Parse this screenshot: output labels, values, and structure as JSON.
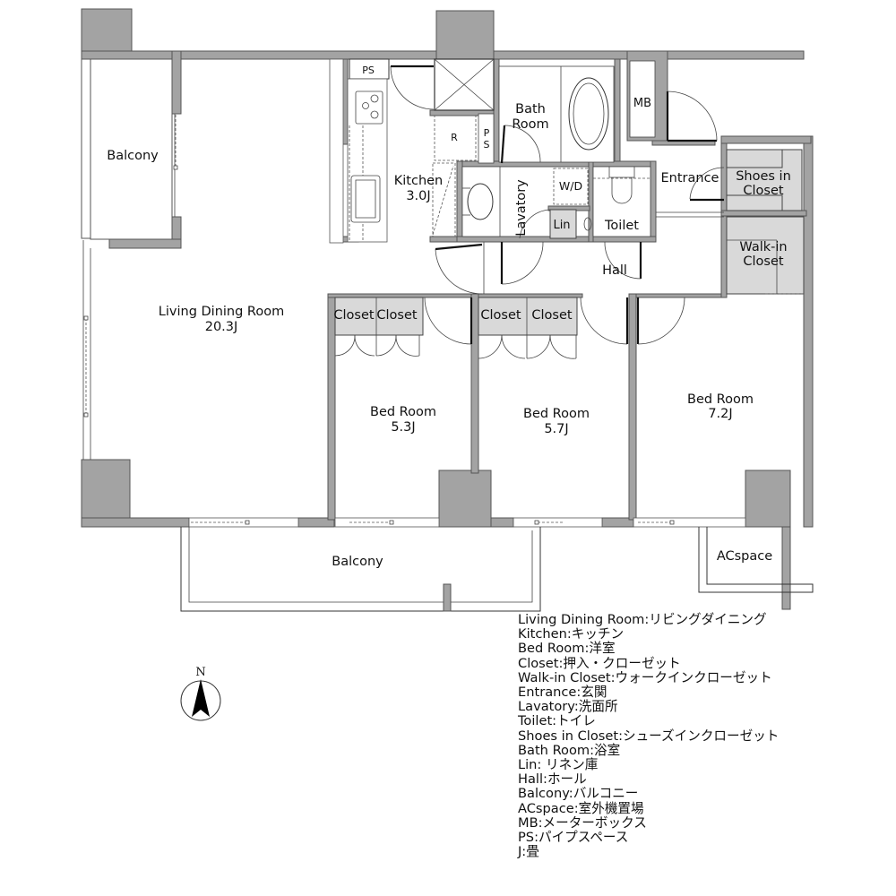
{
  "rooms": {
    "balcony_west": {
      "label": "Balcony"
    },
    "living_dining": {
      "label": "Living Dining Room",
      "size": "20.3J"
    },
    "kitchen": {
      "label": "Kitchen",
      "size": "3.0J"
    },
    "ps_top": {
      "label": "PS"
    },
    "ps_side": {
      "label_top": "P",
      "label_bottom": "S"
    },
    "refrigerator": {
      "label": "R"
    },
    "bath": {
      "label_line1": "Bath",
      "label_line2": "Room"
    },
    "mb": {
      "label": "MB"
    },
    "lavatory": {
      "label": "Lavatory"
    },
    "wd": {
      "label": "W/D"
    },
    "lin": {
      "label": "Lin"
    },
    "toilet": {
      "label": "Toilet"
    },
    "entrance": {
      "label": "Entrance"
    },
    "shoes_closet": {
      "label_line1": "Shoes in",
      "label_line2": "Closet"
    },
    "walk_in_closet": {
      "label_line1": "Walk-in",
      "label_line2": "Closet"
    },
    "hall": {
      "label": "Hall"
    },
    "closet_1a": {
      "label": "Closet"
    },
    "closet_1b": {
      "label": "Closet"
    },
    "closet_2a": {
      "label": "Closet"
    },
    "closet_2b": {
      "label": "Closet"
    },
    "bedroom_1": {
      "label": "Bed Room",
      "size": "5.3J"
    },
    "bedroom_2": {
      "label": "Bed Room",
      "size": "5.7J"
    },
    "bedroom_3": {
      "label": "Bed Room",
      "size": "7.2J"
    },
    "balcony_south": {
      "label": "Balcony"
    },
    "acspace": {
      "label": "ACspace"
    }
  },
  "compass": {
    "label": "N",
    "icon": "north-arrow-icon"
  },
  "legend": [
    "Living Dining Room:リビングダイニング",
    "Kitchen:キッチン",
    "Bed Room:洋室",
    "Closet:押入・クローゼット",
    "Walk-in Closet:ウォークインクローゼット",
    "Entrance:玄関",
    "Lavatory:洗面所",
    "Toilet:トイレ",
    "Shoes in Closet:シューズインクローゼット",
    "Bath Room:浴室",
    "Lin: リネン庫",
    "Hall:ホール",
    "Balcony:バルコニー",
    "ACspace:室外機置場",
    "MB:メーターボックス",
    "PS:パイプスペース",
    "J:畳"
  ],
  "colors": {
    "wall": "#a3a3a3",
    "storage_fill": "#d9d9d9",
    "line": "#333333"
  }
}
